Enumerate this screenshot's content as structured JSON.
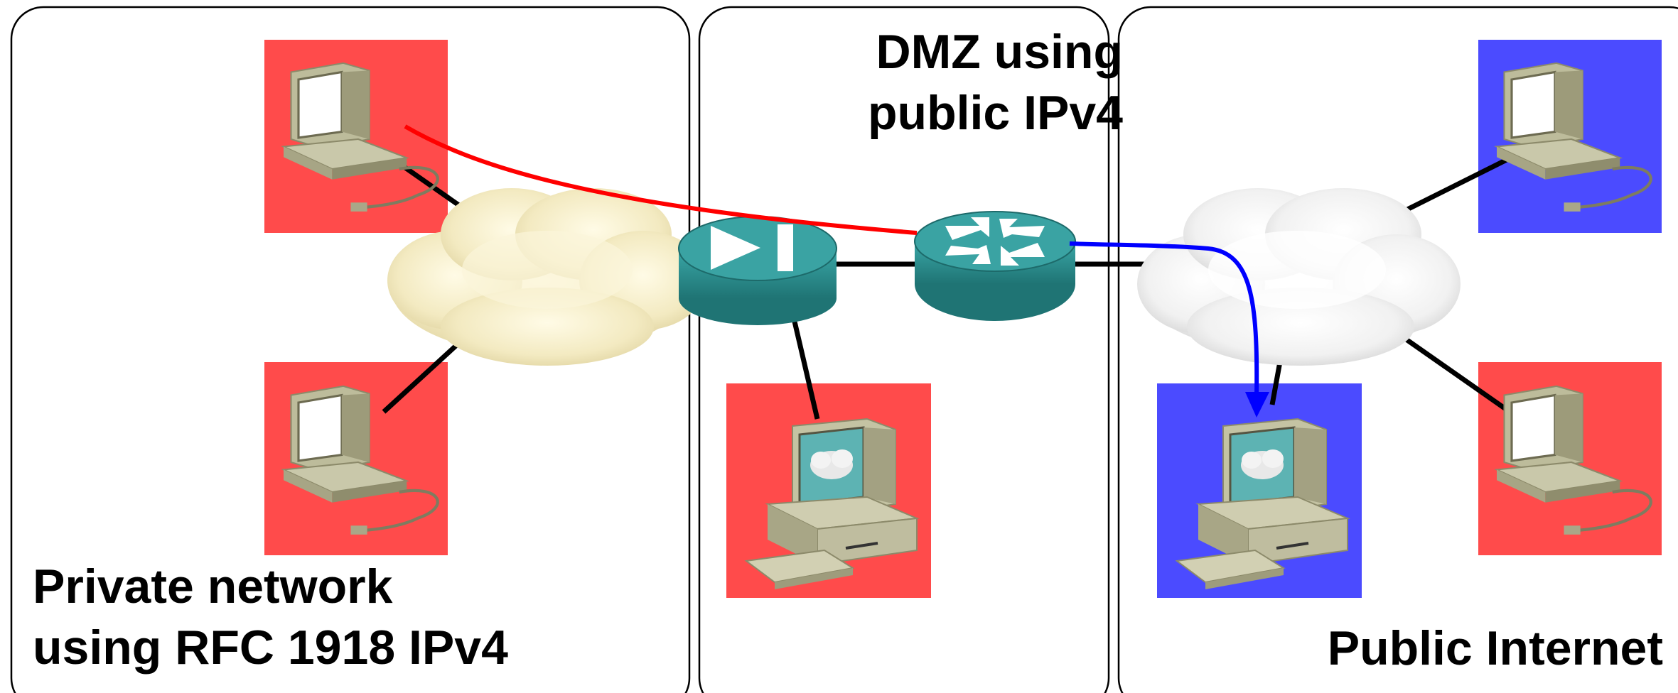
{
  "zones": {
    "dmz": {
      "line1": "DMZ using",
      "line2": "public IPv4"
    },
    "private": {
      "line1": "Private network",
      "line2": "using RFC 1918 IPv4"
    },
    "public": {
      "line1": "Public Internet"
    }
  },
  "colors": {
    "private_host_bg": "#ff4b4b",
    "public_host_bg": "#4b4bff",
    "router_teal": "#2e8f8f",
    "private_cloud": "#f6efca",
    "internet_cloud": "#f2f2f2",
    "red_flow": "#ff0000",
    "blue_flow": "#0000ff",
    "link": "#000000"
  },
  "icons": {
    "workstation": "workstation-icon",
    "server": "server-icon",
    "firewall": "firewall-icon",
    "nat_router": "nat-router-icon",
    "private_cloud": "private-cloud-icon",
    "internet_cloud": "internet-cloud-icon"
  }
}
